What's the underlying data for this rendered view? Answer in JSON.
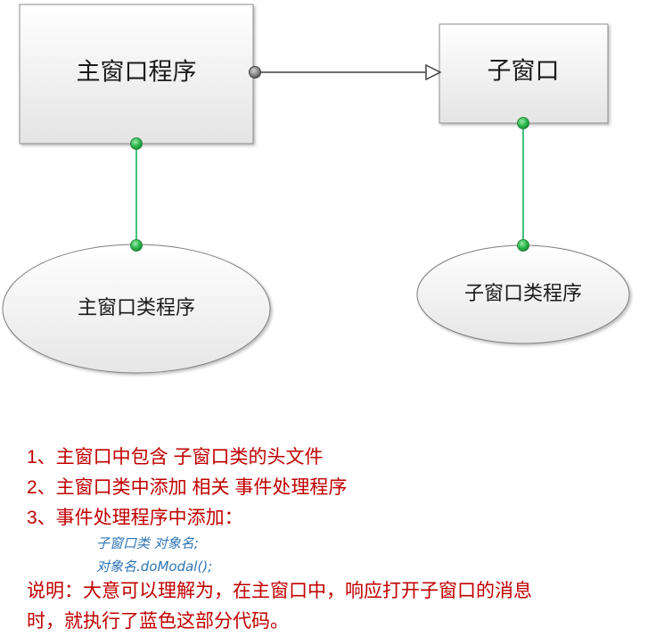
{
  "diagram": {
    "main_window": "主窗口程序",
    "child_window": "子窗口",
    "main_class": "主窗口类程序",
    "child_class": "子窗口类程序",
    "colors": {
      "box_fill_top": "#ffffff",
      "box_fill_bottom": "#e6e6e6",
      "box_stroke": "#7f7f7f",
      "connector_green": "#00b050",
      "dot_green": "#2db84d",
      "dot_gray": "#808080",
      "arrow": "#404040"
    }
  },
  "notes": {
    "step1": "1、主窗口中包含 子窗口类的头文件",
    "step2": "2、主窗口类中添加 相关 事件处理程序",
    "step3": "3、事件处理程序中添加：",
    "code_line1": "子窗口类 对象名;",
    "code_line2": "对象名.doModal();",
    "explain_line1": "说明：大意可以理解为，在主窗口中，响应打开子窗口的消息",
    "explain_line2": "时，就执行了蓝色这部分代码。",
    "colors": {
      "text_red": "#c00000",
      "code_blue": "#2e75b6"
    }
  }
}
